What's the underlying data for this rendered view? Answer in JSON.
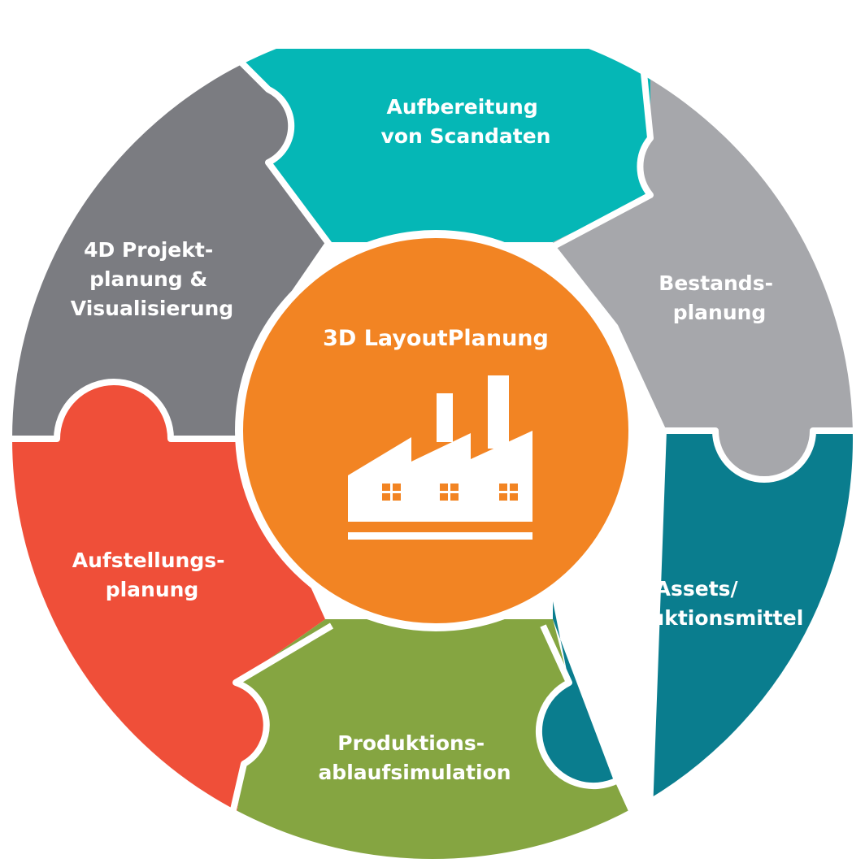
{
  "center": {
    "title": "3D LayoutPlanung",
    "color": "#F28423",
    "icon": "factory-icon"
  },
  "segments": [
    {
      "id": "scan",
      "lines": [
        "Aufbereitung",
        "von Scandaten"
      ],
      "color": "#05B7B6"
    },
    {
      "id": "bestand",
      "lines": [
        "Bestands-",
        "planung"
      ],
      "color": "#A6A7AB"
    },
    {
      "id": "assets",
      "lines": [
        "Assets/",
        "Produktionsmittel"
      ],
      "color": "#0A7D8E"
    },
    {
      "id": "produkt",
      "lines": [
        "Produktions-",
        "ablaufsimulation"
      ],
      "color": "#85A541"
    },
    {
      "id": "aufstell",
      "lines": [
        "Aufstellungs-",
        "planung"
      ],
      "color": "#EF4F39"
    },
    {
      "id": "4d",
      "lines": [
        "4D Projekt-",
        "planung &",
        "Visualisierung"
      ],
      "color": "#7B7C81"
    }
  ]
}
